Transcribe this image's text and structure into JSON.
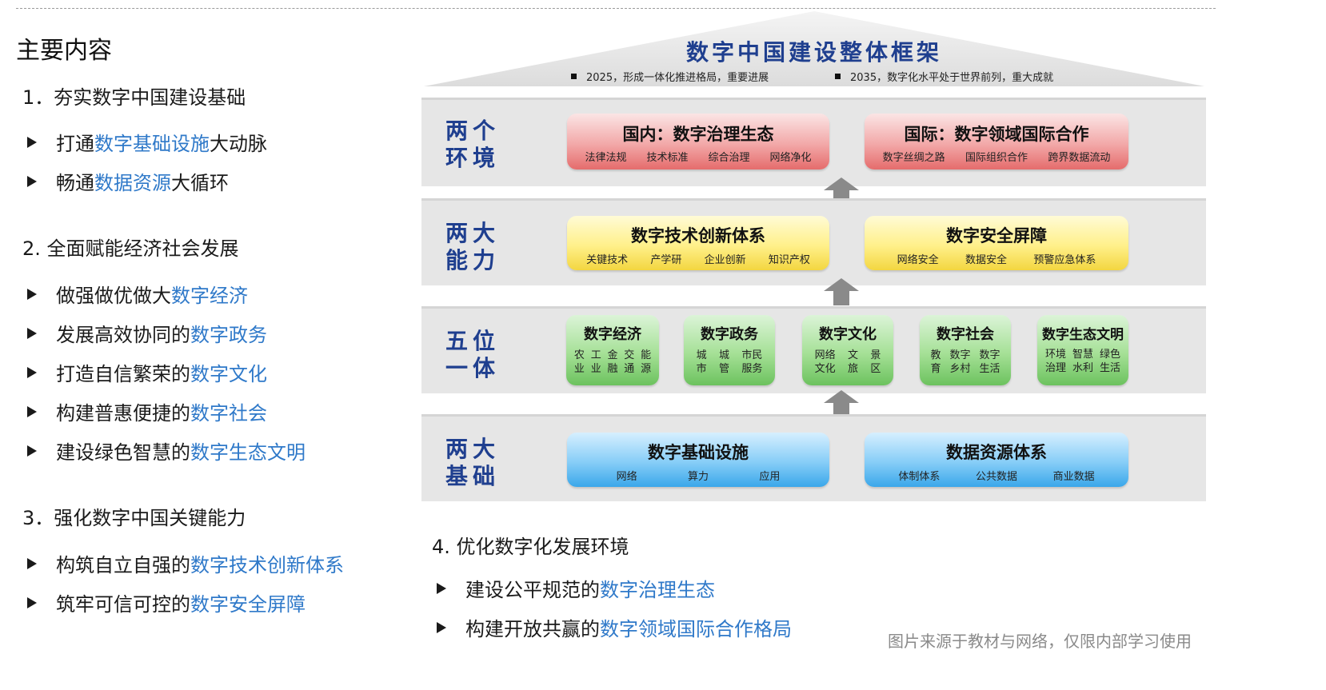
{
  "left": {
    "title": "主要内容",
    "sections": [
      {
        "heading": "1．夯实数字中国建设基础",
        "bullets": [
          {
            "pre": "打通",
            "hl": "数字基础设施",
            "post": "大动脉"
          },
          {
            "pre": "畅通",
            "hl": "数据资源",
            "post": "大循环"
          }
        ]
      },
      {
        "heading": "2. 全面赋能经济社会发展",
        "bullets": [
          {
            "pre": "做强做优做大",
            "hl": "数字经济",
            "post": ""
          },
          {
            "pre": "发展高效协同的",
            "hl": "数字政务",
            "post": ""
          },
          {
            "pre": "打造自信繁荣的",
            "hl": "数字文化",
            "post": ""
          },
          {
            "pre": "构建普惠便捷的",
            "hl": "数字社会",
            "post": ""
          },
          {
            "pre": "建设绿色智慧的",
            "hl": "数字生态文明",
            "post": ""
          }
        ]
      },
      {
        "heading": "3．强化数字中国关键能力",
        "bullets": [
          {
            "pre": "构筑自立自强的",
            "hl": "数字技术创新体系",
            "post": ""
          },
          {
            "pre": "筑牢可信可控的",
            "hl": "数字安全屏障",
            "post": ""
          }
        ]
      }
    ]
  },
  "bottom": {
    "heading": "4.  优化数字化发展环境",
    "bullets": [
      {
        "pre": "建设公平规范的",
        "hl": "数字治理生态",
        "post": ""
      },
      {
        "pre": "构建开放共赢的",
        "hl": "数字领域国际合作格局",
        "post": ""
      }
    ]
  },
  "diagram": {
    "title": "数字中国建设整体框架",
    "notes": [
      "2025，形成一体化推进格局，重要进展",
      "2035，数字化水平处于世界前列，重大成就"
    ],
    "layers": [
      {
        "label": "两个环境",
        "boxes": [
          {
            "title": "国内：数字治理生态",
            "items": [
              "法律法规",
              "技术标准",
              "综合治理",
              "网络净化"
            ]
          },
          {
            "title": "国际：数字领域国际合作",
            "items": [
              "数字丝绸之路",
              "国际组织合作",
              "跨界数据流动"
            ]
          }
        ]
      },
      {
        "label": "两大能力",
        "boxes": [
          {
            "title": "数字技术创新体系",
            "items": [
              "关键技术",
              "产学研",
              "企业创新",
              "知识产权"
            ]
          },
          {
            "title": "数字安全屏障",
            "items": [
              "网络安全",
              "数据安全",
              "预警应急体系"
            ]
          }
        ]
      },
      {
        "label": "五位一体",
        "boxes": [
          {
            "title": "数字经济",
            "cols": [
              [
                "农",
                "业"
              ],
              [
                "工",
                "业"
              ],
              [
                "金",
                "融"
              ],
              [
                "交",
                "通"
              ],
              [
                "能",
                "源"
              ]
            ]
          },
          {
            "title": "数字政务",
            "cols": [
              [
                "城",
                "市"
              ],
              [
                "城",
                "管"
              ],
              [
                "市民",
                "服务"
              ]
            ]
          },
          {
            "title": "数字文化",
            "cols": [
              [
                "网络",
                "文化"
              ],
              [
                "文",
                "旅"
              ],
              [
                "景",
                "区"
              ]
            ]
          },
          {
            "title": "数字社会",
            "cols": [
              [
                "教",
                "育"
              ],
              [
                "数字",
                "乡村"
              ],
              [
                "数字",
                "生活"
              ]
            ]
          },
          {
            "title": "数字生态文明",
            "cols": [
              [
                "环境",
                "治理"
              ],
              [
                "智慧",
                "水利"
              ],
              [
                "绿色",
                "生活"
              ]
            ]
          }
        ]
      },
      {
        "label": "两大基础",
        "boxes": [
          {
            "title": "数字基础设施",
            "items": [
              "网络",
              "算力",
              "应用"
            ]
          },
          {
            "title": "数据资源体系",
            "items": [
              "体制体系",
              "公共数据",
              "商业数据"
            ]
          }
        ]
      }
    ]
  },
  "source": "图片来源于教材与网络，仅限内部学习使用"
}
